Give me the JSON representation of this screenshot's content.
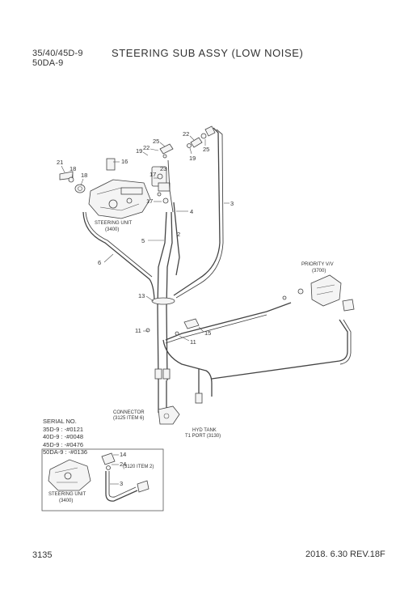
{
  "header": {
    "model_line1": "35/40/45D-9",
    "model_line2": "50DA-9",
    "title": "STEERING SUB ASSY (LOW NOISE)"
  },
  "footer": {
    "page_number": "3135",
    "date_revision": "2018. 6.30  REV.18F"
  },
  "serial": {
    "heading": "SERIAL NO.",
    "lines": [
      "35D-9 : -#0121",
      "40D-9 : -#0048",
      "45D-9 : -#0476",
      "50DA-9 : -#0136"
    ]
  },
  "labels": {
    "steering_unit_main": "STEERING UNIT",
    "steering_unit_main_code": "(3400)",
    "priority_valve": "PRIORITY V/V",
    "priority_valve_code": "(3700)",
    "connector": "CONNECTOR",
    "connector_ref": "(3125 ITEM 6)",
    "hyd_tank": "HYD TANK",
    "hyd_tank_port": "T1 PORT (3130)",
    "inset_steering_unit": "STEERING UNIT",
    "inset_steering_unit_code": "(3400)",
    "inset_ref": "(3120 ITEM 2)"
  },
  "callouts": {
    "c21": "21",
    "c18a": "18",
    "c18b": "18",
    "c16": "16",
    "c19a": "19",
    "c22a": "22",
    "c25a": "25",
    "c22b": "22",
    "c25b": "25",
    "c19b": "19",
    "c17a": "17",
    "c23": "23",
    "c17b": "17",
    "c4": "4",
    "c3": "3",
    "c2": "2",
    "c5": "5",
    "c6": "6",
    "c13": "13",
    "c11a": "11",
    "c15": "15",
    "c11b": "11",
    "c14": "14",
    "c24": "24",
    "c3b": "3"
  }
}
